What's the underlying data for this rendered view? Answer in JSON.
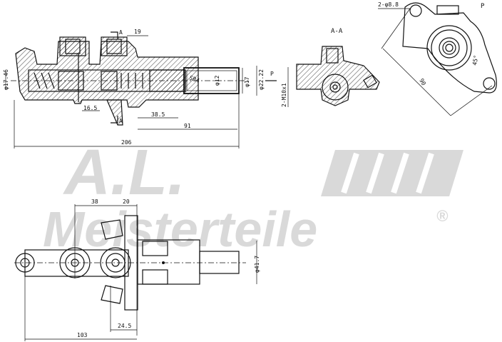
{
  "watermark": {
    "brand_top": "A.L.",
    "brand_bottom": "Meisterteile",
    "registered": "®"
  },
  "section_view": {
    "section_marker": "A",
    "dims": {
      "bore_dia": "φ17.46",
      "d16_5": "16.5",
      "d19": "19",
      "d38_5": "38.5",
      "d91": "91",
      "d206": "206",
      "sr": "SR4",
      "dia12": "φ12",
      "dia17": "φ17",
      "dia22": "φ22.22"
    },
    "view_arrow": "P"
  },
  "aa_view": {
    "title": "A-A",
    "thread": "2-M10x1"
  },
  "p_view": {
    "title": "P",
    "holes": "2-φ8.8",
    "span": "90",
    "angle": "45°"
  },
  "bottom_view": {
    "dims": {
      "d38": "38",
      "d20": "20",
      "dia41_7": "φ41.7",
      "d24_5": "24.5",
      "d103": "103"
    }
  }
}
